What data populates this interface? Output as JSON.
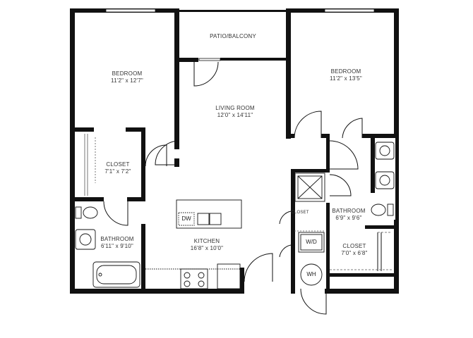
{
  "rooms": {
    "patio": {
      "name": "PATIO/BALCONY"
    },
    "bedroom1": {
      "name": "BEDROOM",
      "dims": "11'2\" x 12'7\""
    },
    "bedroom2": {
      "name": "BEDROOM",
      "dims": "11'2\" x 13'5\""
    },
    "living": {
      "name": "LIVING ROOM",
      "dims": "12'0\" x 14'11\""
    },
    "closet1": {
      "name": "CLOSET",
      "dims": "7'1\" x 7'2\""
    },
    "bath1": {
      "name": "BATHROOM",
      "dims": "6'11\" x 9'10\""
    },
    "kitchen": {
      "name": "KITCHEN",
      "dims": "16'8\" x 10'0\""
    },
    "bath2": {
      "name": "BATHROOM",
      "dims": "6'9\" x 9'6\""
    },
    "closet2": {
      "name": "CLOSET",
      "dims": "7'0\" x 6'8\""
    },
    "closet_small": {
      "name": "CLOSET"
    }
  },
  "fixtures": {
    "dishwasher": "DW",
    "washer_dryer": "W/D",
    "water_heater": "WH"
  }
}
